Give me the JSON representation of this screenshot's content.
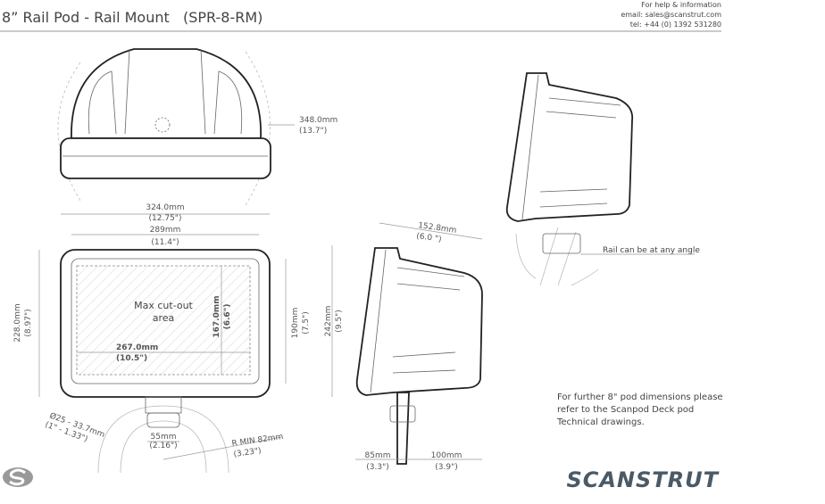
{
  "header": {
    "title": "8” Rail Pod - Rail Mount",
    "part_number": "(SPR-8-RM)",
    "help_lines": [
      "For help & information",
      "email: sales@scanstrut.com",
      "tel:  +44 (0) 1392 531280"
    ]
  },
  "top_view": {
    "depth_mm": "348.0mm",
    "depth_in": "(13.7\")"
  },
  "front_view": {
    "width_outer_mm": "324.0mm",
    "width_outer_in": "(12.75\")",
    "width_inner_mm": "289mm",
    "width_inner_in": "(11.4\")",
    "height_outer_mm": "228.0mm",
    "height_outer_in": "(8.97\")",
    "height_inner_mm": "190mm",
    "height_inner_in": "(7.5\")",
    "cutout_label_1": "Max cut-out",
    "cutout_label_2": "area",
    "cutout_h_mm": "167.0mm",
    "cutout_h_in": "(6.6\")",
    "cutout_w_mm": "267.0mm",
    "cutout_w_in": "(10.5\")",
    "rail_dia_mm": "Ø25 - 33.7mm",
    "rail_dia_in": "(1\" - 1.33\")",
    "clamp_mm": "55mm",
    "clamp_in": "(2.16\")",
    "radius_mm": "R MIN 82mm",
    "radius_in": "(3.23\")"
  },
  "side_view": {
    "depth_mm": "152.8mm",
    "depth_in": "(6.0 \")",
    "height_mm": "242mm",
    "height_in": "(9.5\")",
    "front_mm": "85mm",
    "front_in": "(3.3\")",
    "rear_mm": "100mm",
    "rear_in": "(3.9\")"
  },
  "angle_view": {
    "note": "Rail can be at any angle"
  },
  "footnote": [
    "For further 8\" pod dimensions please",
    "refer to the Scanpod Deck pod",
    "Technical drawings."
  ],
  "brand": {
    "name": "SCANSTRUT",
    "color": "#4a5a66"
  }
}
